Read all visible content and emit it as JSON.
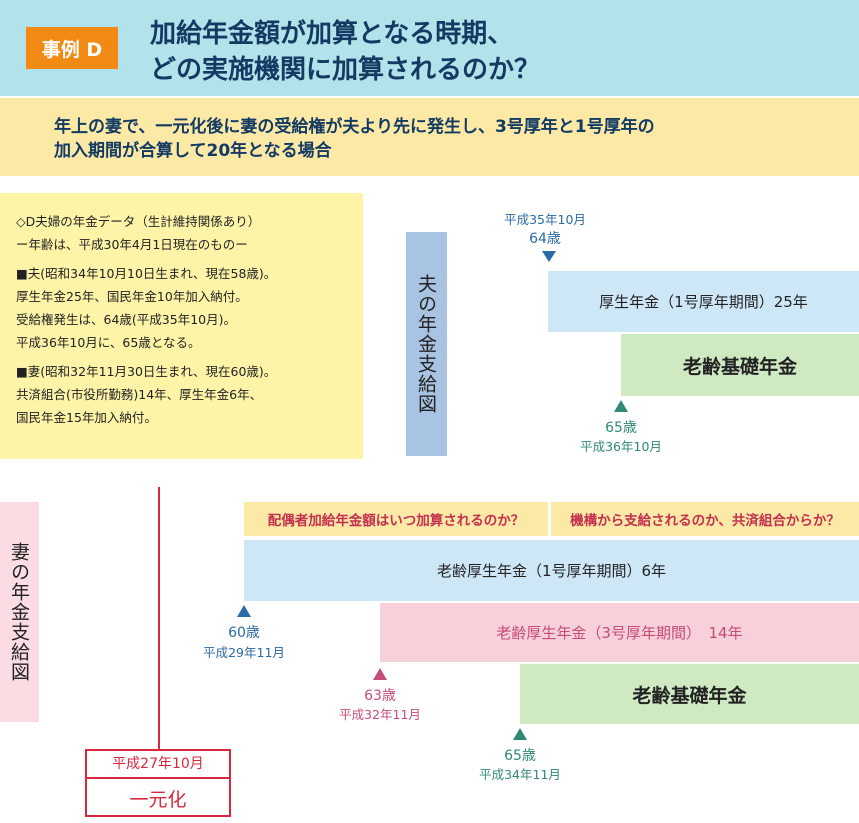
{
  "header": {
    "case_badge": "事例 D",
    "title_line1": "加給年金額が加算となる時期、",
    "title_line2": "どの実施機関に加算されるのか？"
  },
  "subtitle": {
    "line1": "年上の妻で、一元化後に妻の受給権が夫より先に発生し、3号厚年と1号厚年の",
    "line2": "加入期間が合算して20年となる場合"
  },
  "couple_data": {
    "line1": "◇D夫婦の年金データ（生計維持関係あり）",
    "line2": "ー年齢は、平成30年4月1日現在のものー",
    "husband_line1": "■夫(昭和34年10月10日生まれ、現在58歳)。",
    "husband_line2": "厚生年金25年、国民年金10年加入納付。",
    "husband_line3": "受給権発生は、64歳(平成35年10月)。",
    "husband_line4": "平成36年10月に、65歳となる。",
    "wife_line1": "■妻(昭和32年11月30日生まれ、現在60歳)。",
    "wife_line2": "共済組合(市役所勤務)14年、厚生年金6年、",
    "wife_line3": "国民年金15年加入納付。"
  },
  "husband_chart": {
    "label": "夫の年金支給図",
    "start_date": "平成35年10月",
    "start_age": "64歳",
    "band1": "厚生年金（1号厚年期間）25年",
    "band2": "老齢基礎年金",
    "age65": "65歳",
    "age65_date": "平成36年10月"
  },
  "wife_chart": {
    "label": "妻の年金支給図",
    "question1": "配偶者加給年金額はいつ加算されるのか？",
    "question2": "機構から支給されるのか、共済組合からか？",
    "band1": "老齢厚生年金（1号厚年期間）6年",
    "band2": "老齢厚生年金（3号厚年期間）　14年",
    "band3": "老齢基礎年金",
    "age60": "60歳",
    "age60_date": "平成29年11月",
    "age63": "63歳",
    "age63_date": "平成32年11月",
    "age65": "65歳",
    "age65_date": "平成34年11月"
  },
  "unification": {
    "date": "平成27年10月",
    "label": "一元化"
  }
}
